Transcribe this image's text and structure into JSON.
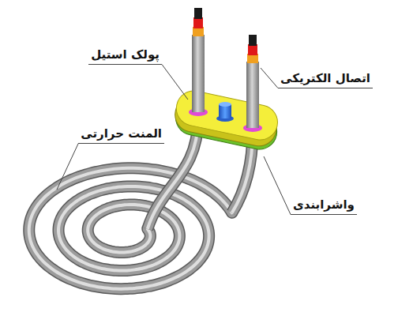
{
  "diagram": {
    "labels": [
      "پولک استیل",
      "اتصال الکتریکی",
      "المنت حرارتی",
      "واشرابندی"
    ]
  }
}
